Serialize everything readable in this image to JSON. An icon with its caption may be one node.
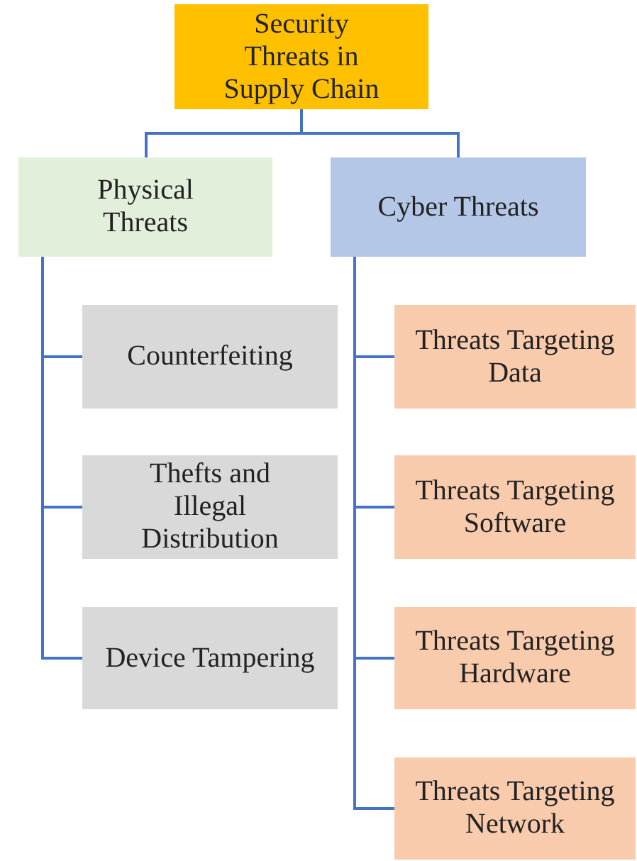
{
  "diagram": {
    "nodes": [
      {
        "text": [
          "Security Threats in Supply Chain"
        ]
      },
      {
        "text": [
          "Physical Threats"
        ]
      },
      {
        "text": [
          "Cyber Threats"
        ]
      },
      {
        "text": [
          "Counterfeiting"
        ]
      },
      {
        "text": [
          "Thefts and Illegal Distribution"
        ]
      },
      {
        "text": [
          "Device Tampering"
        ]
      },
      {
        "text": [
          "Threats Targeting Data"
        ]
      },
      {
        "text": [
          "Threats Targeting Software"
        ]
      },
      {
        "text": [
          "Threats Targeting Hardware"
        ]
      },
      {
        "text": [
          "Threats Targeting Network"
        ]
      }
    ],
    "edges": [
      {
        "from": 0,
        "to": 1,
        "arrow": "none"
      },
      {
        "from": 0,
        "to": 2,
        "arrow": "none"
      },
      {
        "from": 1,
        "to": 3,
        "arrow": "none"
      },
      {
        "from": 1,
        "to": 4,
        "arrow": "none"
      },
      {
        "from": 1,
        "to": 5,
        "arrow": "none"
      },
      {
        "from": 2,
        "to": 6,
        "arrow": "none"
      },
      {
        "from": 2,
        "to": 7,
        "arrow": "none"
      },
      {
        "from": 2,
        "to": 8,
        "arrow": "none"
      },
      {
        "from": 2,
        "to": 9,
        "arrow": "none"
      }
    ]
  }
}
